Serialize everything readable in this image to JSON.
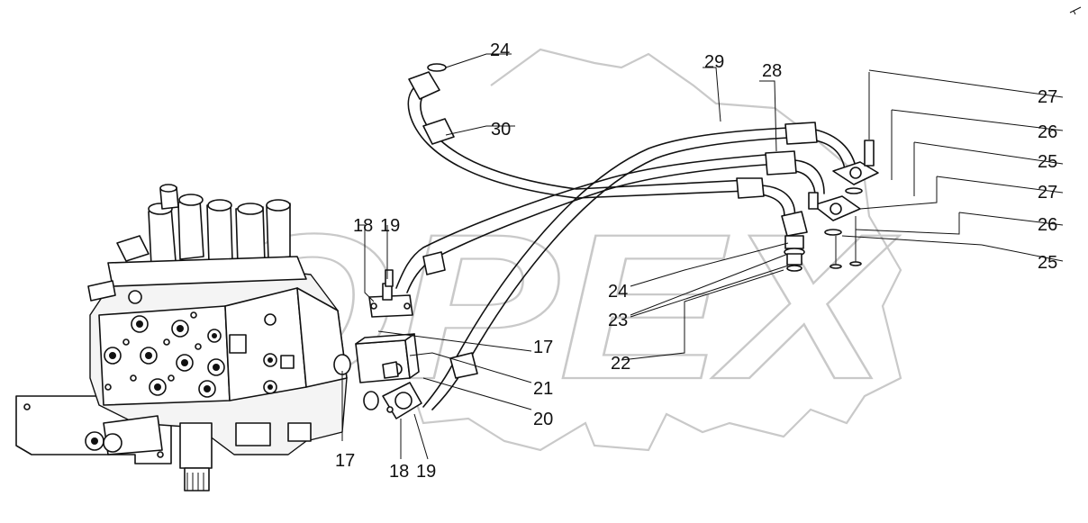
{
  "watermark": {
    "text": "OPEX"
  },
  "callouts": [
    {
      "id": "c24a",
      "text": "24"
    },
    {
      "id": "c30",
      "text": "30"
    },
    {
      "id": "c29",
      "text": "29"
    },
    {
      "id": "c28",
      "text": "28"
    },
    {
      "id": "c27a",
      "text": "27"
    },
    {
      "id": "c26a",
      "text": "26"
    },
    {
      "id": "c25a",
      "text": "25"
    },
    {
      "id": "c27b",
      "text": "27"
    },
    {
      "id": "c26b",
      "text": "26"
    },
    {
      "id": "c25b",
      "text": "25"
    },
    {
      "id": "c24b",
      "text": "24"
    },
    {
      "id": "c23",
      "text": "23"
    },
    {
      "id": "c22",
      "text": "22"
    },
    {
      "id": "c18a",
      "text": "18"
    },
    {
      "id": "c19a",
      "text": "19"
    },
    {
      "id": "c17a",
      "text": "17"
    },
    {
      "id": "c21",
      "text": "21"
    },
    {
      "id": "c20",
      "text": "20"
    },
    {
      "id": "c17b",
      "text": "17"
    },
    {
      "id": "c18b",
      "text": "18"
    },
    {
      "id": "c19b",
      "text": "19"
    }
  ]
}
